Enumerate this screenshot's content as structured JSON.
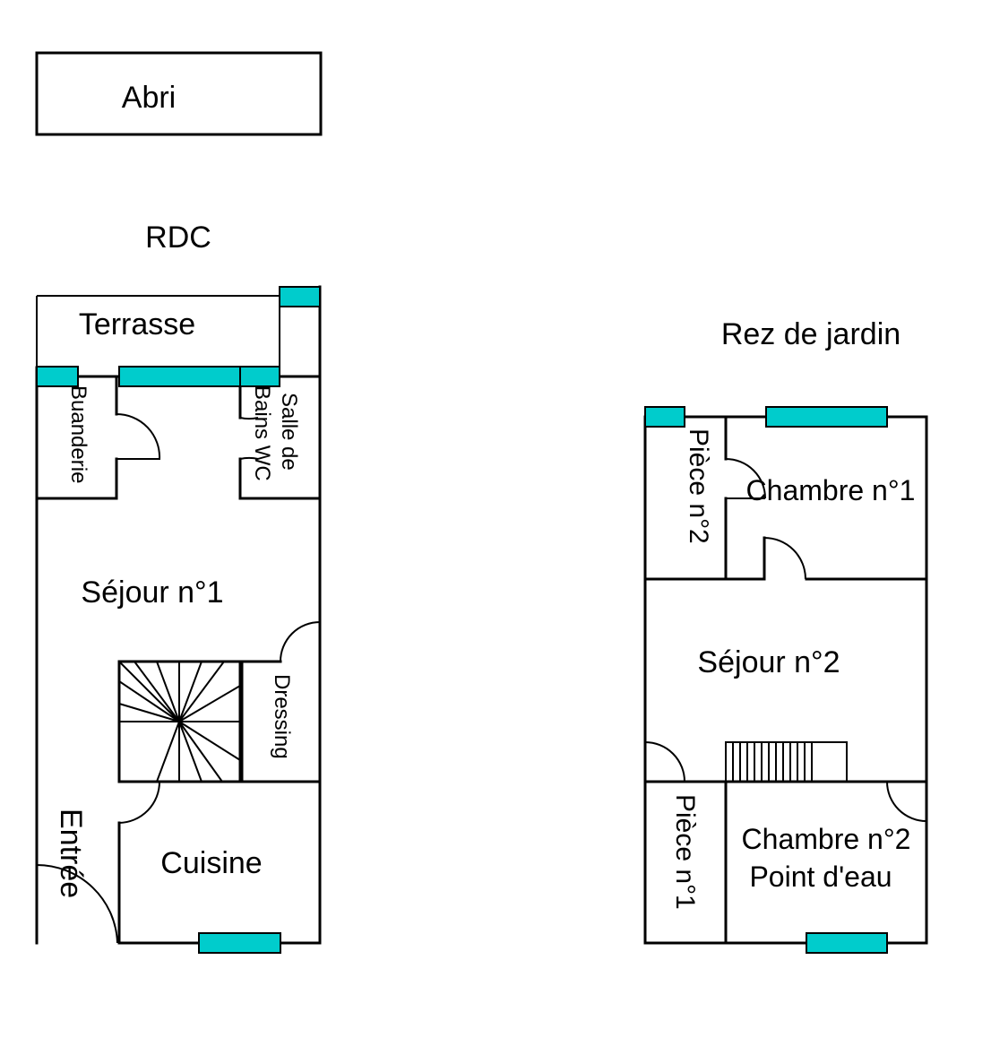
{
  "labels": {
    "abri": "Abri",
    "rdc": "RDC",
    "terrasse": "Terrasse",
    "buanderie": "Buanderie",
    "salle_de": "Salle de",
    "bains_wc": "Bains WC",
    "sejour1": "Séjour n°1",
    "dressing": "Dressing",
    "entree": "Entrée",
    "cuisine": "Cuisine",
    "rez_de_jardin": "Rez de jardin",
    "piece2": "Pièce n°2",
    "chambre1": "Chambre n°1",
    "sejour2": "Séjour n°2",
    "piece1": "Pièce n°1",
    "chambre2": "Chambre n°2",
    "point_eau": "Point d'eau"
  },
  "colors": {
    "window": "#00cccc",
    "wall": "#000000",
    "background": "#ffffff"
  }
}
